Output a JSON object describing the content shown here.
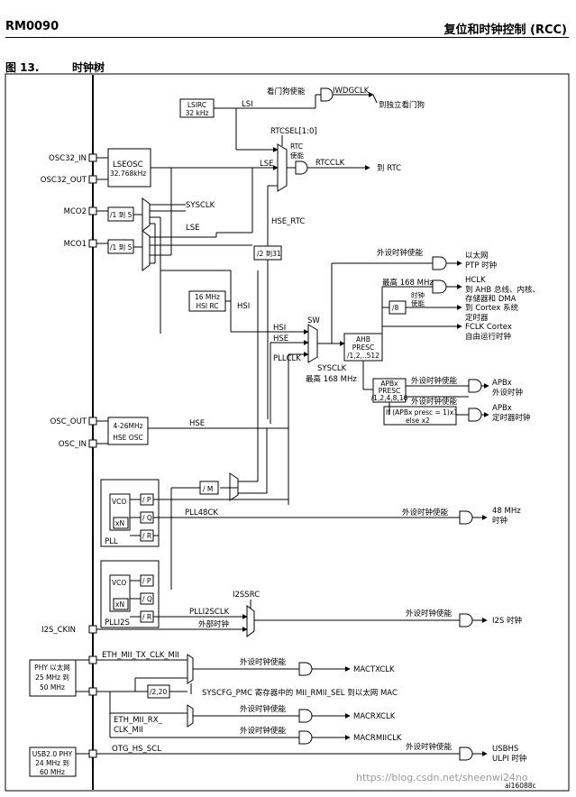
{
  "header": {
    "doc_id": "RM0090",
    "section": "复位和时钟控制 (RCC)"
  },
  "figure": {
    "number": "图 13.",
    "title": "时钟树"
  },
  "pins": {
    "osc32_in": "OSC32_IN",
    "osc32_out": "OSC32_OUT",
    "mco2": "MCO2",
    "mco1": "MCO1",
    "osc_out": "OSC_OUT",
    "osc_in": "OSC_IN",
    "i2s_ckin": "I2S_CKIN"
  },
  "blocks": {
    "lsirc_1": "LSIRC",
    "lsirc_2": "32 kHz",
    "lseosc_1": "LSEOSC",
    "lseosc_2": "32.768kHz",
    "hsirc_1": "16 MHz",
    "hsirc_2": "HSI RC",
    "hseosc_1": "4-26MHz",
    "hseosc_2": "HSE OSC",
    "div_mco2": "/1 到 5",
    "div_mco1": "/1 到 5",
    "div_rtc": "/2 到31",
    "div_m": "/ M",
    "div_8": "/8",
    "ahb_1": "AHB",
    "ahb_2": "PRESC",
    "ahb_3": "/1,2,..512",
    "apb_1": "APBx",
    "apb_2": "PRESC",
    "apb_3": "/1,2,4,8,16",
    "apb_mul": "If (APBx presc = 1)x1",
    "apb_mul2": "else x2",
    "vco": "VCO",
    "xn": "xN",
    "div_p": "/ P",
    "div_q": "/ Q",
    "div_r": "/ R",
    "pll": "PLL",
    "plli2s": "PLLI2S",
    "div_2_20": "/2,20",
    "phy_eth_1": "PHY 以太网",
    "phy_eth_2": "25 MHz 到",
    "phy_eth_3": "50 MHz",
    "phy_usb_1": "USB2.0 PHY",
    "phy_usb_2": "24 MHz 到",
    "phy_usb_3": "60 MHz"
  },
  "labels": {
    "lsi": "LSI",
    "lse": "LSE",
    "lse2": "LSE",
    "iwdg_en": "看门狗使能",
    "iwdgclk": "IWDGCLK",
    "iwdg_out": "到独立看门狗",
    "rtcsel": "RTCSEL[1:0]",
    "rtc_en_1": "RTC",
    "rtc_en_2": "使能",
    "rtcclk": "RTCCLK",
    "rtc_out": "到 RTC",
    "sysclk_mco": "SYSCLK",
    "hse_rtc": "HSE_RTC",
    "hsi": "HSI",
    "hsi2": "HSI",
    "hse": "HSE",
    "hse2": "HSE",
    "pllclk": "PLLCLK",
    "sw": "SW",
    "sysclk": "SYSCLK",
    "sysclk_max": "最高 168 MHz",
    "ptp_en": "外设时钟使能",
    "ptp_1": "以太网",
    "ptp_2": "PTP 时钟",
    "hclk_max": "最高 168 MHz",
    "clk_en_1": "时钟",
    "clk_en_2": "使能",
    "hclk": "HCLK",
    "hclk_1": "到 AHB 总线、内核、",
    "hclk_2": "存储器和 DMA",
    "cortex_1": "到 Cortex 系统",
    "cortex_2": "定时器",
    "fclk_1": "FCLK Cortex",
    "fclk_2": "自由运行时钟",
    "apb_en": "外设时钟使能",
    "apb_out_1": "APBx",
    "apb_out_2": "外设时钟",
    "tim_en": "外设时钟使能",
    "tim_out_1": "APBx",
    "tim_out_2": "定时器时钟",
    "pll48ck": "PLL48CK",
    "mhz48_en": "外设时钟使能",
    "mhz48_1": "48 MHz",
    "mhz48_2": "时钟",
    "i2ssrc": "I2SSRC",
    "plli2sclk": "PLLI2SCLK",
    "ext_clk": "外部时钟",
    "i2s_en": "外设时钟使能",
    "i2s_out": "I2S 时钟",
    "eth_tx": "ETH_MII_TX_CLK_MII",
    "mactx_en": "外设时钟使能",
    "mactxclk": "MACTXCLK",
    "syscfg": "SYSCFG_PMC 寄存器中的 MII_RMII_SEL 到以太网 MAC",
    "eth_rx_1": "ETH_MII_RX_",
    "eth_rx_2": "CLK_MII",
    "macrx_en": "外设时钟使能",
    "macrxclk": "MACRXCLK",
    "macrmii_en": "外设时钟使能",
    "macrmiiclk": "MACRMIICLK",
    "otg": "OTG_HS_SCL",
    "usb_en": "外设时钟使能",
    "usb_1": "USBHS",
    "usb_2": "ULPI 时钟"
  },
  "footer": {
    "ref": "ai16088c",
    "watermark": "https://blog.csdn.net/sheenwi24no"
  }
}
